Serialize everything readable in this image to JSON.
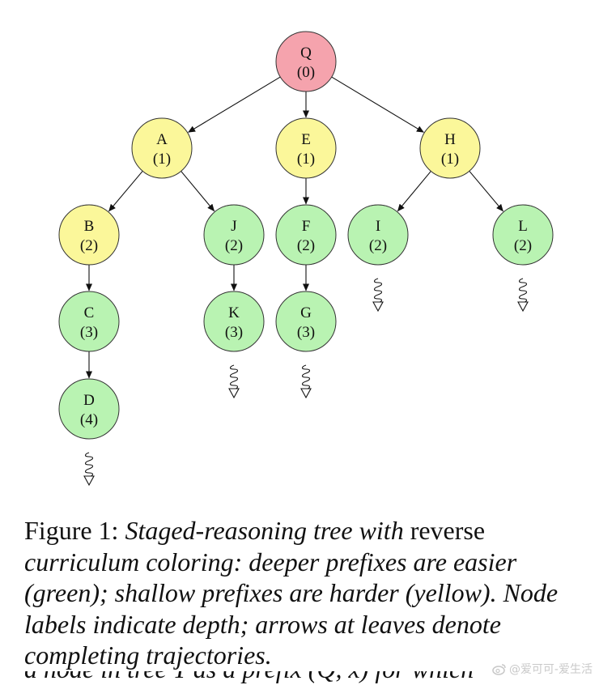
{
  "colors": {
    "root_fill": "#f5a3ad",
    "hard_fill": "#fbf79a",
    "easy_fill": "#b9f3b2",
    "stroke": "#333333"
  },
  "nodes": [
    {
      "id": "Q",
      "label": "Q",
      "depth": "(0)",
      "color": "root"
    },
    {
      "id": "A",
      "label": "A",
      "depth": "(1)",
      "color": "hard"
    },
    {
      "id": "E",
      "label": "E",
      "depth": "(1)",
      "color": "hard"
    },
    {
      "id": "H",
      "label": "H",
      "depth": "(1)",
      "color": "hard"
    },
    {
      "id": "B",
      "label": "B",
      "depth": "(2)",
      "color": "hard"
    },
    {
      "id": "J",
      "label": "J",
      "depth": "(2)",
      "color": "easy"
    },
    {
      "id": "F",
      "label": "F",
      "depth": "(2)",
      "color": "easy"
    },
    {
      "id": "I",
      "label": "I",
      "depth": "(2)",
      "color": "easy"
    },
    {
      "id": "L",
      "label": "L",
      "depth": "(2)",
      "color": "easy"
    },
    {
      "id": "C",
      "label": "C",
      "depth": "(3)",
      "color": "easy"
    },
    {
      "id": "K",
      "label": "K",
      "depth": "(3)",
      "color": "easy"
    },
    {
      "id": "G",
      "label": "G",
      "depth": "(3)",
      "color": "easy"
    },
    {
      "id": "D",
      "label": "D",
      "depth": "(4)",
      "color": "easy"
    }
  ],
  "edges": [
    [
      "Q",
      "A"
    ],
    [
      "Q",
      "E"
    ],
    [
      "Q",
      "H"
    ],
    [
      "A",
      "B"
    ],
    [
      "A",
      "J"
    ],
    [
      "E",
      "F"
    ],
    [
      "H",
      "I"
    ],
    [
      "H",
      "L"
    ],
    [
      "B",
      "C"
    ],
    [
      "J",
      "K"
    ],
    [
      "F",
      "G"
    ],
    [
      "C",
      "D"
    ]
  ],
  "completing_leaves": [
    "I",
    "L",
    "K",
    "G",
    "D"
  ],
  "caption": {
    "prefix": "Figure 1: ",
    "part1": "Staged-reasoning tree with",
    "part2": " reverse ",
    "part3": "curriculum coloring: deeper prefixes are easier (green); shallow prefixes are harder (yellow). Node labels indicate depth; arrows at leaves denote completing trajectories."
  },
  "cutoff_line": "a node in tree T as a prefix (Q, x) for which",
  "watermark": "@爱可可-爱生活"
}
